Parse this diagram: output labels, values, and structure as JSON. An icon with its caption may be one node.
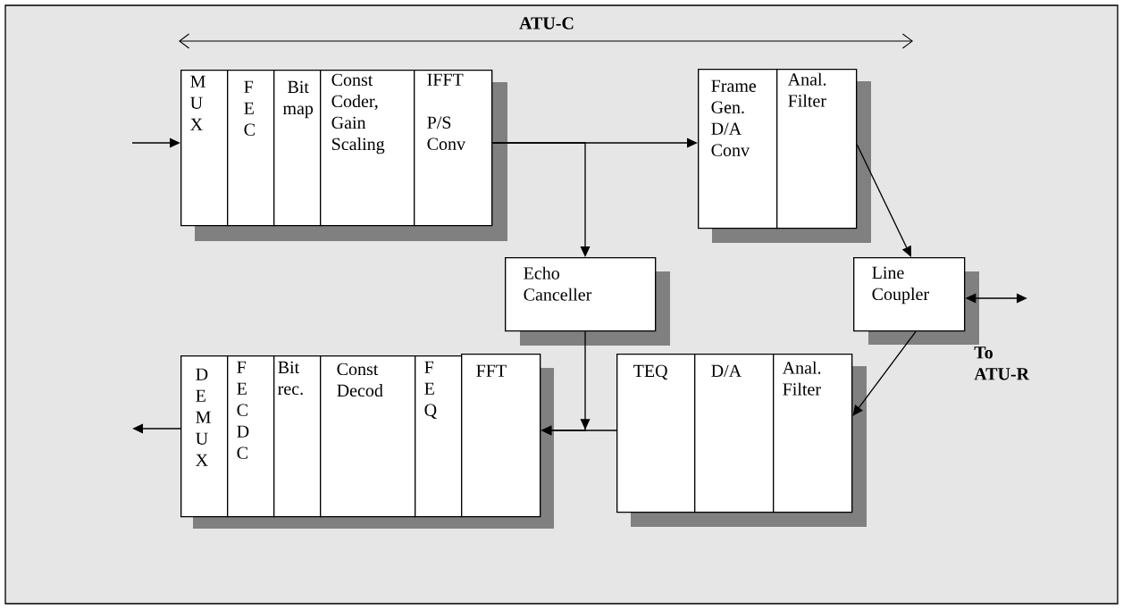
{
  "diagram": {
    "nodes": [
      {
        "text": [
          "M U X"
        ]
      },
      {
        "text": [
          "F E C"
        ]
      },
      {
        "text": [
          "Bit map"
        ]
      },
      {
        "text": [
          "Const Coder, Gain Scaling"
        ]
      },
      {
        "text": [
          "IFFT",
          "P/S Conv"
        ]
      },
      {
        "text": [
          "Frame Gen. D/A Conv"
        ]
      },
      {
        "text": [
          "Anal. Filter"
        ]
      },
      {
        "text": [
          "Echo Canceller"
        ]
      },
      {
        "text": [
          "Line Coupler"
        ]
      },
      {
        "text": [
          "D E M U X"
        ]
      },
      {
        "text": [
          "F E C D C"
        ]
      },
      {
        "text": [
          "Bit rec."
        ]
      },
      {
        "text": [
          "Const Decod"
        ]
      },
      {
        "text": [
          "F E Q"
        ]
      },
      {
        "text": [
          "FFT"
        ]
      },
      {
        "text": [
          "TEQ"
        ]
      },
      {
        "text": [
          "D/A"
        ]
      },
      {
        "text": [
          "Anal. Filter"
        ]
      }
    ],
    "edges": [
      {
        "from": null,
        "to": 0,
        "arrow": "to"
      },
      {
        "from": 4,
        "to": 5,
        "arrow": "to"
      },
      {
        "from": 4,
        "to": 7,
        "arrow": "to"
      },
      {
        "from": 6,
        "to": 8,
        "arrow": "to"
      },
      {
        "from": 8,
        "to": null,
        "arrow": "both"
      },
      {
        "from": 8,
        "to": 17,
        "arrow": "to"
      },
      {
        "from": 7,
        "to": 14,
        "arrow": "to"
      },
      {
        "from": 15,
        "to": 14,
        "arrow": "to"
      },
      {
        "from": 9,
        "to": null,
        "arrow": "to"
      }
    ],
    "labels": [
      "ATU-C",
      "To ATU-R"
    ]
  }
}
